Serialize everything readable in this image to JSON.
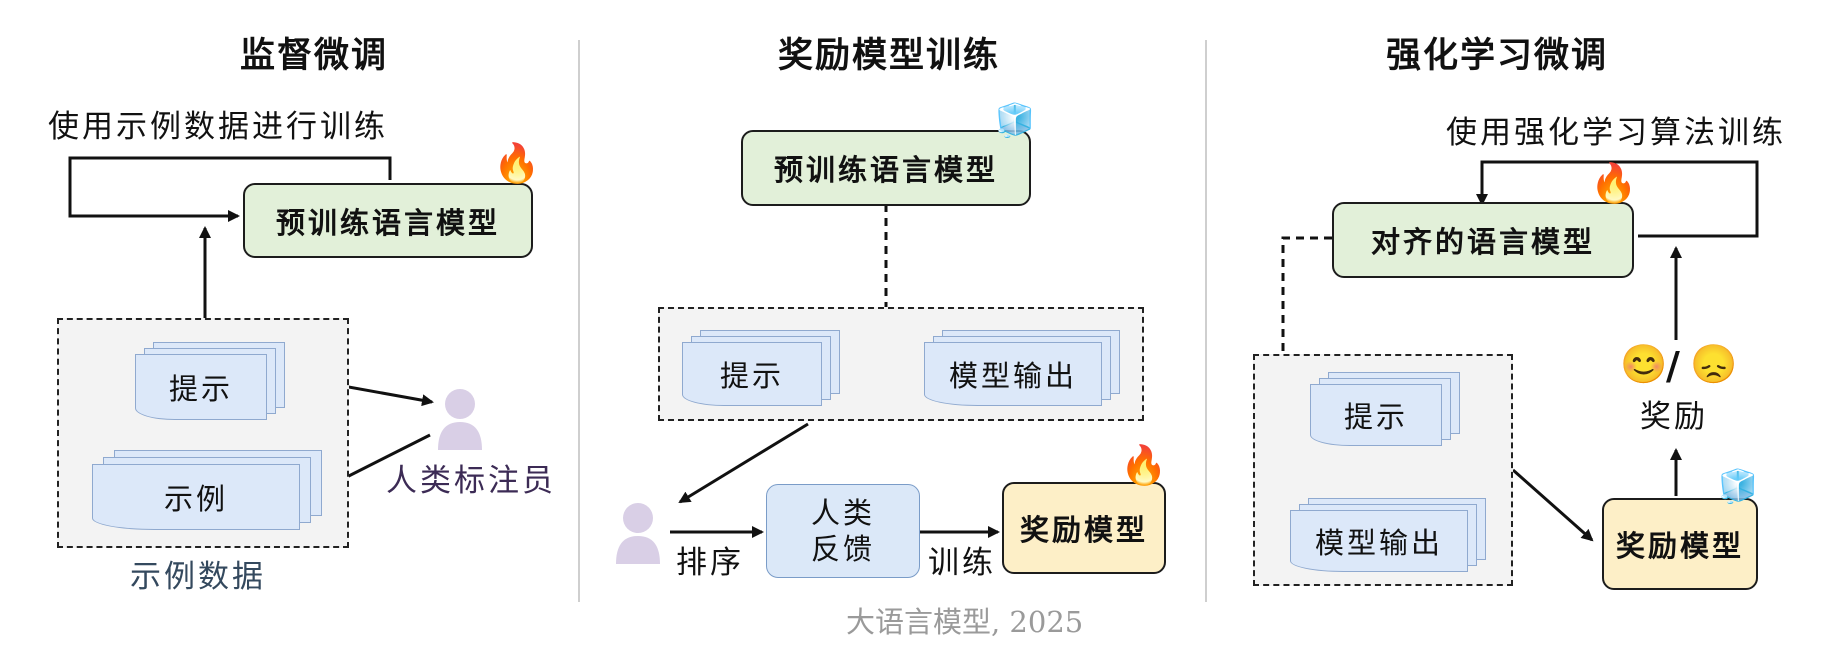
{
  "panels": {
    "sft": {
      "title": "监督微调",
      "loop_label": "使用示例数据进行训练",
      "model_label": "预训练语言模型",
      "prompt_label": "提示",
      "example_label": "示例",
      "annotator_label": "人类标注员",
      "dataset_label": "示例数据"
    },
    "rm": {
      "title": "奖励模型训练",
      "pretrained_label": "预训练语言模型",
      "prompt_label": "提示",
      "output_label": "模型输出",
      "rank_label": "排序",
      "feedback_label": "人类\n反馈",
      "train_label": "训练",
      "reward_model_label": "奖励模型"
    },
    "rl": {
      "title": "强化学习微调",
      "loop_label": "使用强化学习算法训练",
      "aligned_label": "对齐的语言模型",
      "prompt_label": "提示",
      "output_label": "模型输出",
      "reward_label": "奖励",
      "reward_model_label": "奖励模型",
      "feedback_emojis": [
        "😊",
        "/",
        "😞"
      ]
    }
  },
  "icons": {
    "trainable": "fire-icon",
    "frozen": "ice-cube-icon",
    "person": "person-icon"
  },
  "colors": {
    "model_green": "#e2f0d9",
    "reward_yellow": "#fdefc7",
    "doc_blue": "#dce8f9",
    "annotator_purple": "#d9cfe6",
    "annotator_text": "#3c2b55",
    "dataset_text": "#34495e"
  },
  "footer": "大语言模型, 2025"
}
